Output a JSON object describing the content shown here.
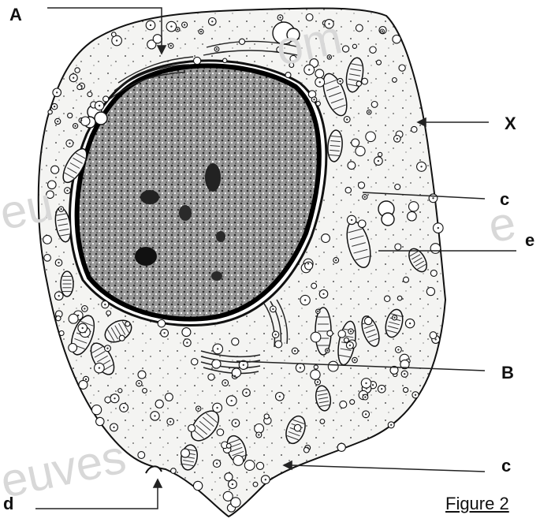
{
  "figure": {
    "caption": "Figure 2",
    "labels": {
      "A": "A",
      "X": "X",
      "c_upper": "c",
      "e": "e",
      "B": "B",
      "c_lower": "c",
      "d": "d"
    }
  },
  "colors": {
    "ink": "#111111",
    "nucleus_fill": "#3a3a3a",
    "cytoplasm": "#f4f4f2",
    "watermark": "#d8d8d8"
  },
  "watermark": {
    "text_1": "euves",
    "text_2": "om",
    "text_3": "eu",
    "text_4": "e"
  }
}
